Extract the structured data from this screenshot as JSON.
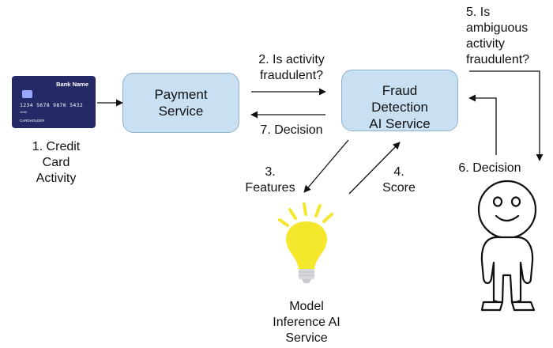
{
  "card": {
    "bank_name": "Bank Name",
    "number": "1234 5678 9876 5432",
    "sub_number": "1234",
    "holder": "CARDHOLDER"
  },
  "nodes": {
    "payment_service": [
      "Payment",
      "Service"
    ],
    "fraud_detection": [
      "Fraud",
      "Detection",
      "AI Service"
    ],
    "model_inference": [
      "Model",
      "Inference AI",
      "Service"
    ]
  },
  "labels": {
    "step1": [
      "1. Credit",
      "Card",
      "Activity"
    ],
    "step2": [
      "2. Is activity",
      "fraudulent?"
    ],
    "step3": [
      "3.",
      "Features"
    ],
    "step4": [
      "4.",
      "Score"
    ],
    "step5": [
      "5. Is",
      "ambiguous",
      "activity",
      "fraudulent?"
    ],
    "step6": "6. Decision",
    "step7": "7. Decision"
  },
  "colors": {
    "box_fill": "#c9dff2",
    "box_border": "#8fb1cf",
    "card_fill": "#242a66",
    "bulb": "#f5e72b",
    "bulb_base": "#d6d8dc"
  }
}
